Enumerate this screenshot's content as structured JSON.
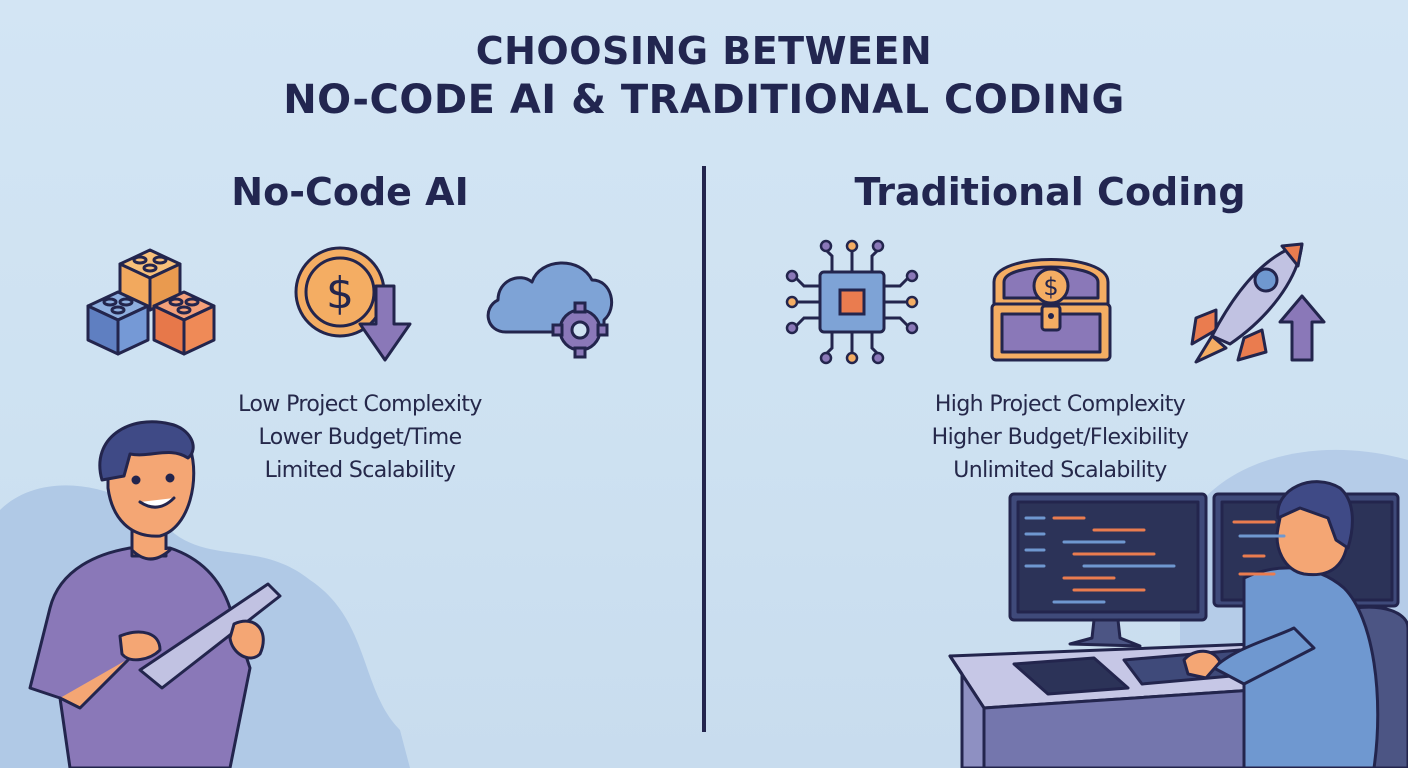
{
  "title": {
    "line1": "CHOOSING BETWEEN",
    "line2": "NO-CODE AI & TRADITIONAL CODING"
  },
  "left_column": {
    "heading": "No-Code AI",
    "icons": [
      "building-blocks-icon",
      "cost-down-icon",
      "cloud-gear-icon"
    ],
    "features": [
      "Low Project Complexity",
      "Lower Budget/Time",
      "Limited Scalability"
    ],
    "illustration": "person-with-tablet"
  },
  "right_column": {
    "heading": "Traditional Coding",
    "icons": [
      "cpu-chip-icon",
      "treasure-chest-icon",
      "rocket-growth-icon"
    ],
    "features": [
      "High Project Complexity",
      "Higher Budget/Flexibility",
      "Unlimited Scalability"
    ],
    "illustration": "developer-at-dual-monitors"
  },
  "colors": {
    "background": "#cfe2f2",
    "text": "#222650",
    "orange": "#f4ad63",
    "coral": "#ea7c4f",
    "blue": "#6f98d0",
    "purple": "#8a78b8",
    "outline": "#23254d"
  }
}
